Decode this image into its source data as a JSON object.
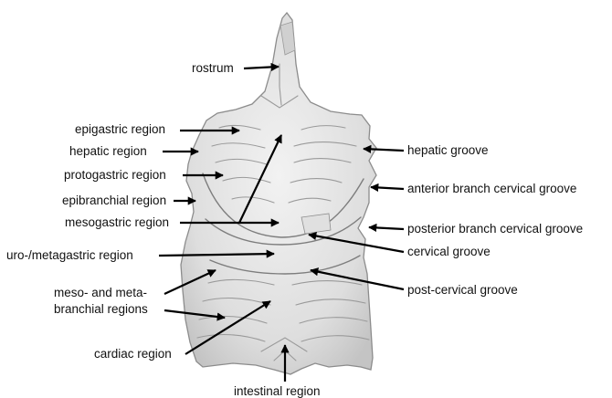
{
  "labels": {
    "rostrum": "rostrum",
    "epigastric": "epigastric region",
    "hepatic": "hepatic region",
    "protogastric": "protogastric region",
    "epibranchial": "epibranchial region",
    "mesogastric": "mesogastric region",
    "urometagastric": "uro-/metagastric region",
    "branchial_line1": "meso- and meta-",
    "branchial_line2": "branchial regions",
    "cardiac": "cardiac region",
    "intestinal": "intestinal region",
    "hepatic_groove": "hepatic groove",
    "anterior_cervical": "anterior branch cervical groove",
    "posterior_cervical": "posterior branch cervical groove",
    "cervical_groove": "cervical groove",
    "post_cervical": "post-cervical groove"
  }
}
